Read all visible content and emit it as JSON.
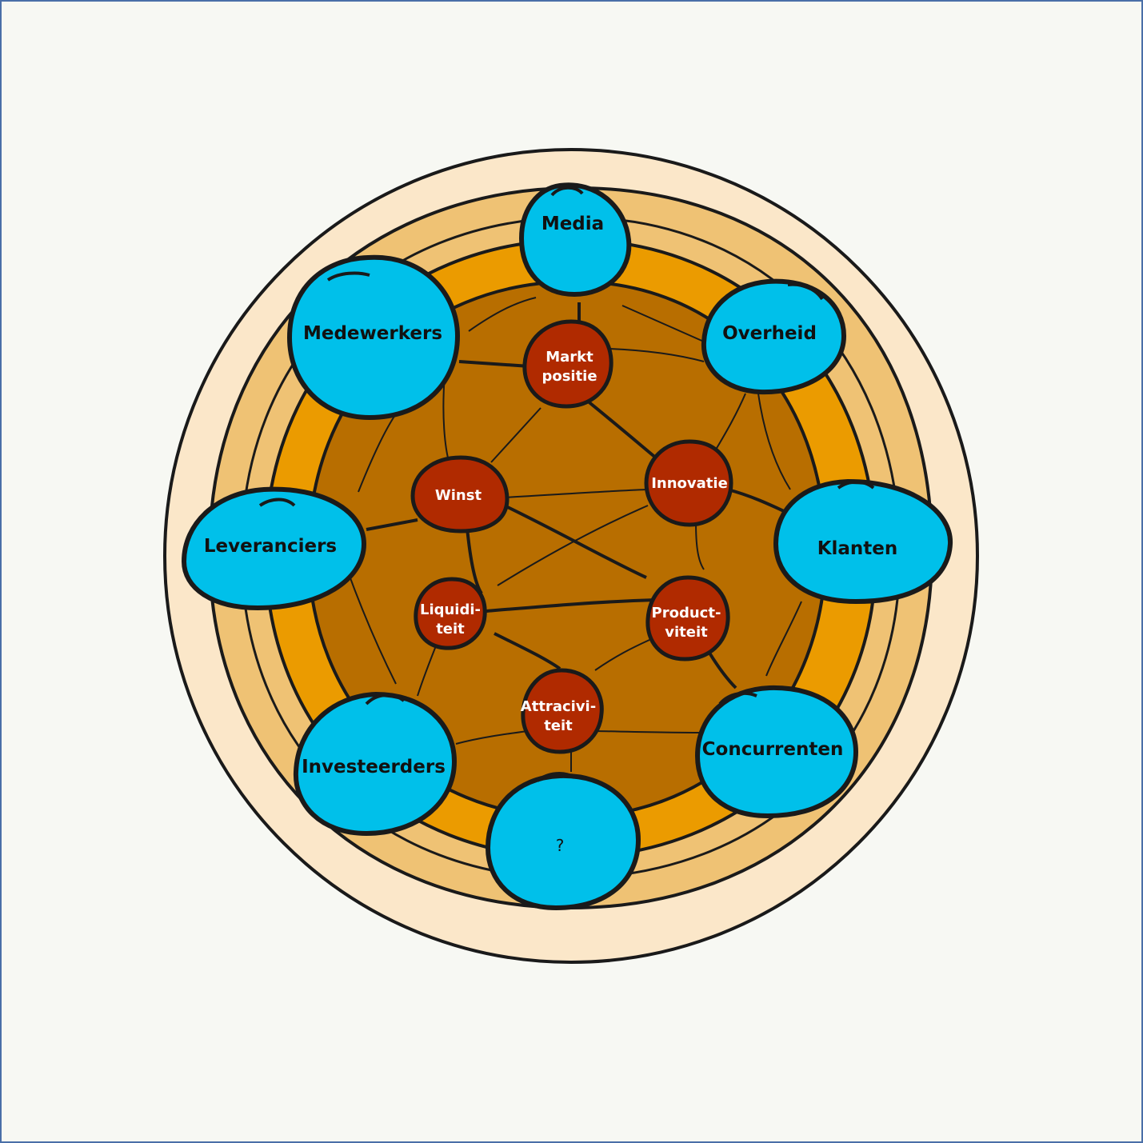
{
  "colors": {
    "ring_outer": "#fbe7c9",
    "ring_mid": "#efc274",
    "ring_band": "#eb9b00",
    "core": "#b86e00",
    "stakeholder": "#00c0ea",
    "factor": "#b02a00",
    "line": "#1a1a1a"
  },
  "stakeholders": [
    {
      "id": "media",
      "label": "Media"
    },
    {
      "id": "medewerkers",
      "label": "Medewerkers"
    },
    {
      "id": "overheid",
      "label": "Overheid"
    },
    {
      "id": "leveranciers",
      "label": "Leveranciers"
    },
    {
      "id": "klanten",
      "label": "Klanten"
    },
    {
      "id": "investeerders",
      "label": "Investeerders"
    },
    {
      "id": "concurrenten",
      "label": "Concurrenten"
    },
    {
      "id": "unknown",
      "label": "?"
    }
  ],
  "factors": [
    {
      "id": "marktpositie",
      "line1": "Markt",
      "line2": "positie"
    },
    {
      "id": "winst",
      "line1": "Winst",
      "line2": ""
    },
    {
      "id": "innovatie",
      "line1": "Innovatie",
      "line2": ""
    },
    {
      "id": "liquiditeit",
      "line1": "Liquidi-",
      "line2": "teit"
    },
    {
      "id": "productiviteit",
      "line1": "Product-",
      "line2": "viteit"
    },
    {
      "id": "attractiviteit",
      "line1": "Attracivi-",
      "line2": "teit"
    }
  ]
}
